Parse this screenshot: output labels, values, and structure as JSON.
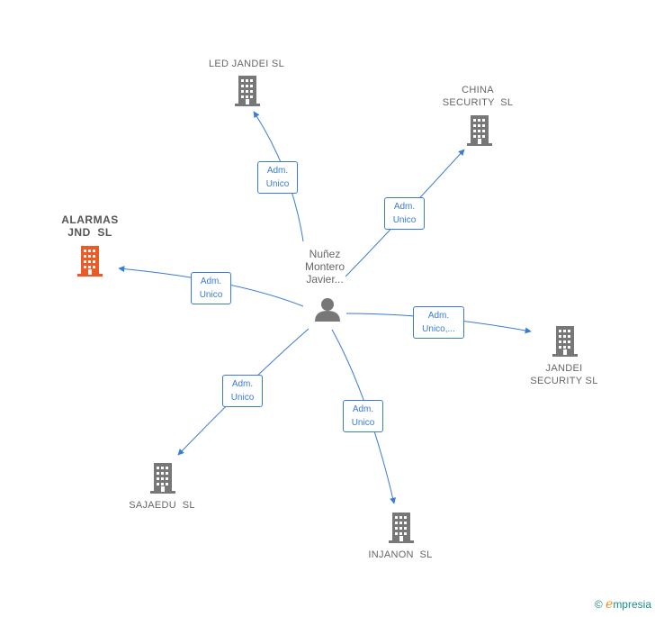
{
  "center": {
    "name_lines": [
      "Nuñez",
      "Montero",
      "Javier..."
    ],
    "icon": "person-icon"
  },
  "companies": [
    {
      "id": "led-jandei",
      "lines": [
        "LED JANDEI SL"
      ],
      "color": "#777777",
      "icon": "building-icon"
    },
    {
      "id": "china-security",
      "lines": [
        "CHINA",
        "SECURITY  SL"
      ],
      "color": "#777777",
      "icon": "building-icon"
    },
    {
      "id": "alarmas-jnd",
      "lines": [
        "ALARMAS",
        "JND  SL"
      ],
      "color": "#ee5a24",
      "icon": "building-icon",
      "focus": true
    },
    {
      "id": "jandei-security",
      "lines": [
        "JANDEI",
        "SECURITY SL"
      ],
      "color": "#777777",
      "icon": "building-icon"
    },
    {
      "id": "sajaedu",
      "lines": [
        "SAJAEDU  SL"
      ],
      "color": "#777777",
      "icon": "building-icon"
    },
    {
      "id": "injanon",
      "lines": [
        "INJANON  SL"
      ],
      "color": "#777777",
      "icon": "building-icon"
    }
  ],
  "edges": [
    {
      "to": "led-jandei",
      "lines": [
        "Adm.",
        "Unico"
      ]
    },
    {
      "to": "china-security",
      "lines": [
        "Adm.",
        "Unico"
      ]
    },
    {
      "to": "alarmas-jnd",
      "lines": [
        "Adm.",
        "Unico"
      ]
    },
    {
      "to": "jandei-security",
      "lines": [
        "Adm.",
        "Unico,..."
      ]
    },
    {
      "to": "sajaedu",
      "lines": [
        "Adm.",
        "Unico"
      ]
    },
    {
      "to": "injanon",
      "lines": [
        "Adm.",
        "Unico"
      ]
    }
  ],
  "footer": {
    "copyright": "©",
    "brand_first": "e",
    "brand_rest": "mpresia"
  },
  "colors": {
    "edge": "#3a7bd5",
    "building": "#777777",
    "focus_building": "#ee5a24",
    "person": "#777777"
  }
}
